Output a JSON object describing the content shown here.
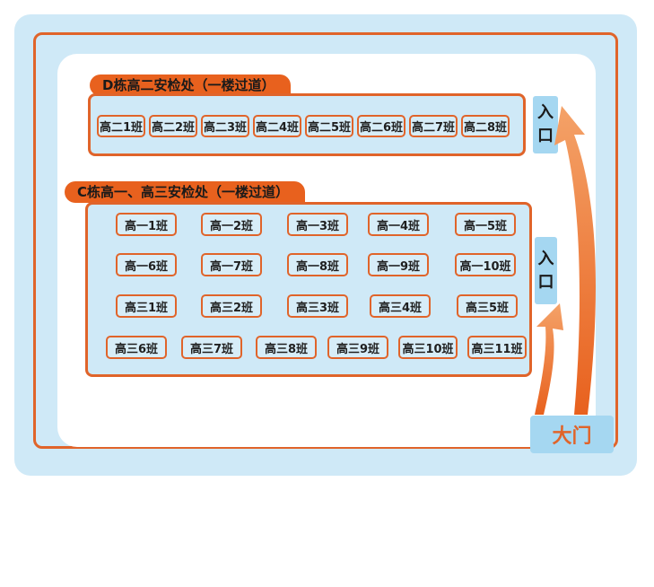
{
  "building_d": {
    "title": "D栋高二安检处（一楼过道）",
    "entrance": [
      "入",
      "口"
    ],
    "classes": [
      "高二1班",
      "高二2班",
      "高二3班",
      "高二4班",
      "高二5班",
      "高二6班",
      "高二7班",
      "高二8班"
    ]
  },
  "building_c": {
    "title": "C栋高一、高三安检处（一楼过道）",
    "entrance": [
      "入",
      "口"
    ],
    "rows": [
      [
        "高一1班",
        "高一2班",
        "高一3班",
        "高一4班",
        "高一5班"
      ],
      [
        "高一6班",
        "高一7班",
        "高一8班",
        "高一9班",
        "高一10班"
      ],
      [
        "高三1班",
        "高三2班",
        "高三3班",
        "高三4班",
        "高三5班"
      ],
      [
        "高三6班",
        "高三7班",
        "高三8班",
        "高三9班",
        "高三10班",
        "高三11班"
      ]
    ]
  },
  "gate": {
    "label": "大门"
  },
  "colors": {
    "accent": "#e0642a",
    "light_blue": "#cfe9f7",
    "entry_blue": "#a5d7f1"
  }
}
